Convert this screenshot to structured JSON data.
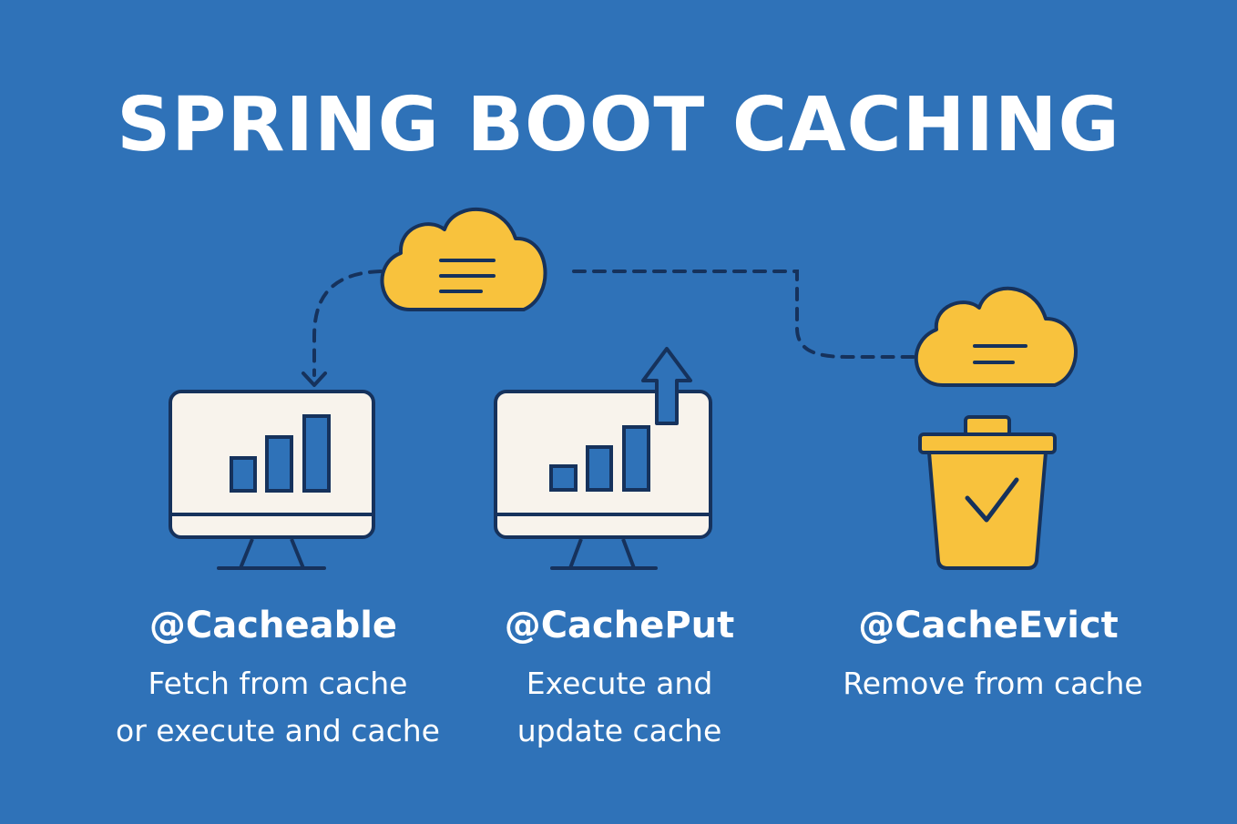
{
  "title": "SPRING BOOT CACHING",
  "colors": {
    "background": "#2f72b8",
    "cloud": "#f8c23d",
    "outline": "#16325c",
    "screen": "#f8f3ec",
    "text": "#ffffff"
  },
  "sections": [
    {
      "annotation": "@Cacheable",
      "description_lines": [
        "Fetch from cache",
        "or execute and cache"
      ],
      "icon": "monitor-bar-chart-icon"
    },
    {
      "annotation": "@CachePut",
      "description_lines": [
        "Execute and",
        "update cache"
      ],
      "icon": "monitor-upload-icon"
    },
    {
      "annotation": "@CacheEvict",
      "description_lines": [
        "Remove from cache"
      ],
      "icon": "trash-check-icon"
    }
  ],
  "icons": {
    "cache_cloud_main": "cloud-icon",
    "cache_cloud_evict": "cloud-icon"
  }
}
